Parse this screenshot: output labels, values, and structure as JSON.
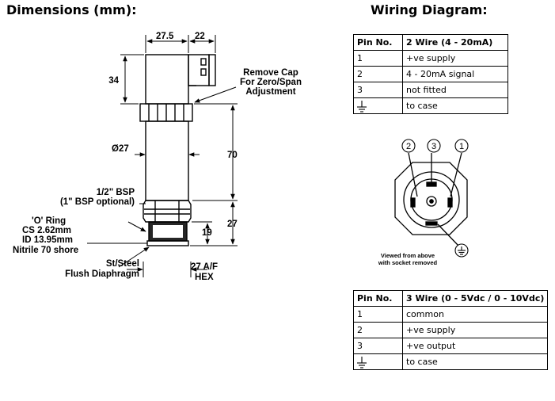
{
  "dimensions_heading": "Dimensions (mm):",
  "wiring_heading": "Wiring Diagram:",
  "drawing": {
    "dim_width_body": "27.5",
    "dim_width_connector": "22",
    "dim_connector_height": "34",
    "dim_diameter": "Ø27",
    "dim_body_length": "70",
    "dim_thread_length": "27",
    "dim_19": "19",
    "hex_line1": "27 A/F",
    "hex_line2": "HEX",
    "callout_cap": [
      "Remove Cap",
      "For Zero/Span",
      "Adjustment"
    ],
    "callout_bsp": [
      "1/2\" BSP",
      "(1\" BSP optional)"
    ],
    "callout_oring": [
      "'O' Ring",
      "CS 2.62mm",
      "ID 13.95mm",
      "Nitrile 70 shore"
    ],
    "callout_diaphragm": [
      "St/Steel",
      "Flush Diaphragm"
    ]
  },
  "connector": {
    "pin_labels": [
      "2",
      "3",
      "1"
    ],
    "ground_icon": "ground-symbol-icon",
    "caption": [
      "Viewed from above",
      "with socket removed"
    ]
  },
  "table_2wire": {
    "headers": [
      "Pin No.",
      "2 Wire (4 - 20mA)"
    ],
    "rows": [
      {
        "pin": "1",
        "value": "+ve supply"
      },
      {
        "pin": "2",
        "value": "4 - 20mA signal"
      },
      {
        "pin": "3",
        "value": "not fitted"
      },
      {
        "pin_icon": "ground-symbol-icon",
        "value": "to case"
      }
    ]
  },
  "table_3wire": {
    "headers": [
      "Pin No.",
      "3 Wire (0 - 5Vdc / 0 - 10Vdc)"
    ],
    "rows": [
      {
        "pin": "1",
        "value": "common"
      },
      {
        "pin": "2",
        "value": "+ve supply"
      },
      {
        "pin": "3",
        "value": "+ve output"
      },
      {
        "pin_icon": "ground-symbol-icon",
        "value": "to case"
      }
    ]
  }
}
